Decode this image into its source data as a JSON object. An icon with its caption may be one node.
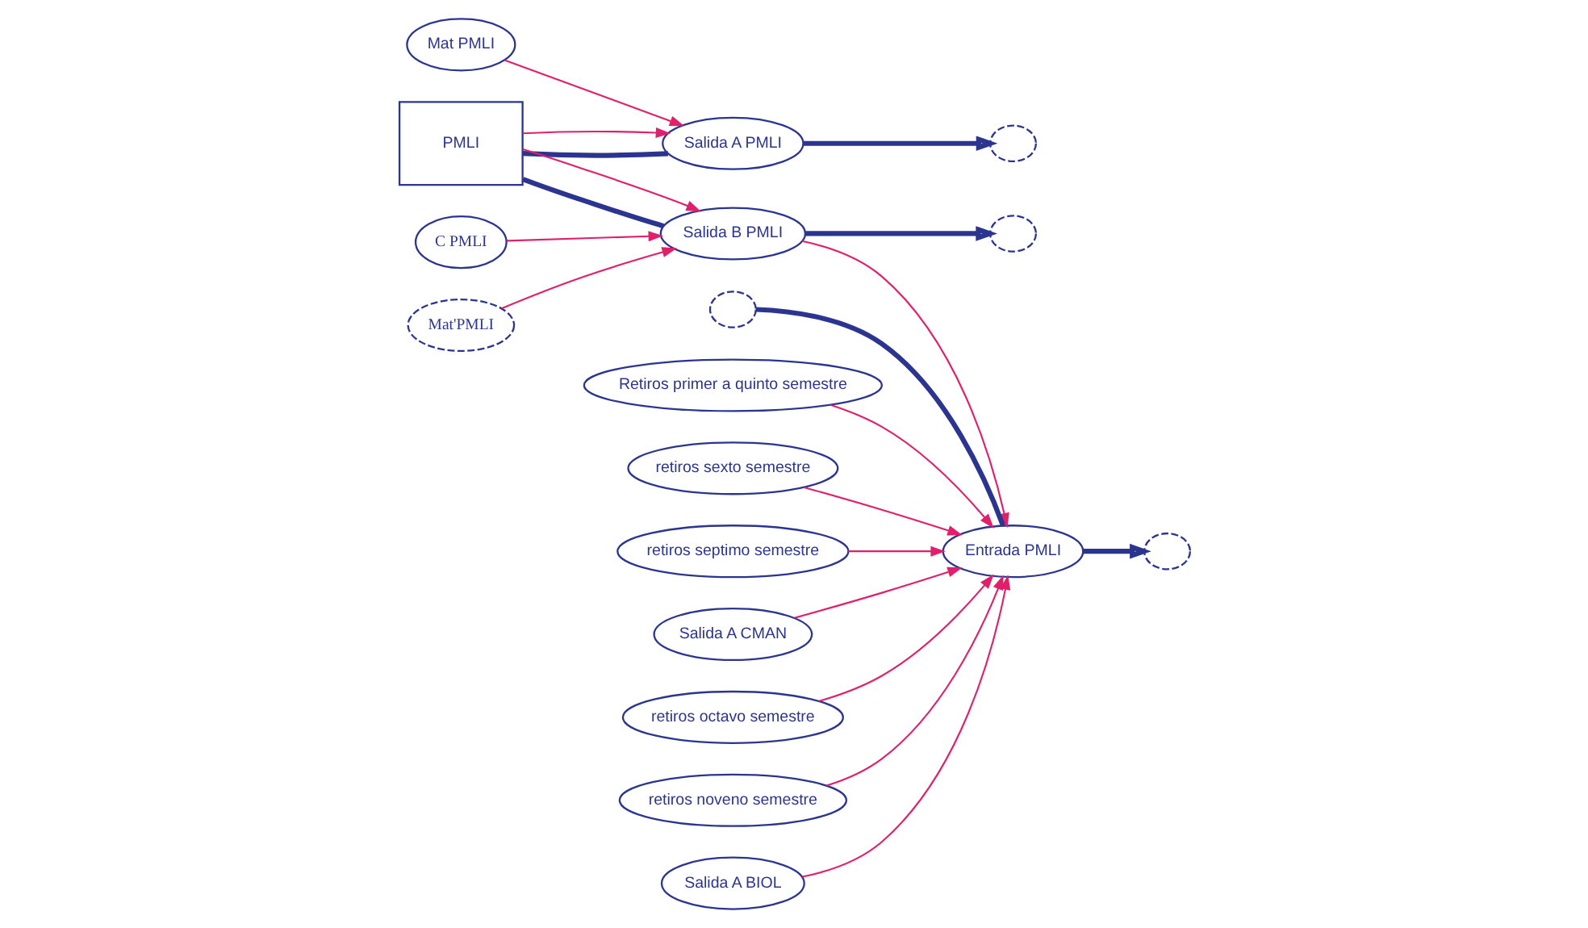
{
  "diagram": {
    "nodes": [
      {
        "text": [
          "PMLI"
        ]
      },
      {
        "text": [
          "Entrada PMLI"
        ]
      },
      {
        "text": [
          "Salida A PMLI"
        ]
      },
      {
        "text": [
          "Salida B PMLI"
        ]
      },
      {
        "text": [],
        "shape": "cloud"
      },
      {
        "text": [],
        "shape": "cloud"
      },
      {
        "text": [],
        "shape": "cloud"
      },
      {
        "text": [],
        "shape": "cloud"
      },
      {
        "text": [
          "Retiros primer a quinto semestre"
        ]
      },
      {
        "text": [
          "retiros sexto semestre"
        ]
      },
      {
        "text": [
          "retiros septimo semestre"
        ]
      },
      {
        "text": [
          "Salida A CMAN"
        ]
      },
      {
        "text": [
          "retiros octavo semestre"
        ]
      },
      {
        "text": [
          "retiros noveno semestre"
        ]
      },
      {
        "text": [
          "Salida A BIOL"
        ]
      },
      {
        "text": [
          "Mat PMLI"
        ]
      },
      {
        "text": [
          "C PMLI"
        ]
      },
      {
        "text": [
          "Mat'PMLI"
        ]
      }
    ],
    "edges": [
      {
        "from": 4,
        "to": 1,
        "arrow": "none",
        "style": "thick",
        "color": "#2b3590"
      },
      {
        "from": 1,
        "to": 5,
        "arrow": "to",
        "style": "thick",
        "color": "#2b3590"
      },
      {
        "from": 0,
        "to": 2,
        "arrow": "none",
        "style": "thick",
        "color": "#2b3590"
      },
      {
        "from": 2,
        "to": 6,
        "arrow": "to",
        "style": "thick",
        "color": "#2b3590"
      },
      {
        "from": 0,
        "to": 3,
        "arrow": "none",
        "style": "thick",
        "color": "#2b3590"
      },
      {
        "from": 3,
        "to": 7,
        "arrow": "to",
        "style": "thick",
        "color": "#2b3590"
      },
      {
        "from": 8,
        "to": 1,
        "arrow": "to"
      },
      {
        "from": 9,
        "to": 1,
        "arrow": "to"
      },
      {
        "from": 10,
        "to": 1,
        "arrow": "to"
      },
      {
        "from": 11,
        "to": 1,
        "arrow": "to"
      },
      {
        "from": 12,
        "to": 1,
        "arrow": "to"
      },
      {
        "from": 13,
        "to": 1,
        "arrow": "to"
      },
      {
        "from": 14,
        "to": 1,
        "arrow": "to"
      },
      {
        "from": 3,
        "to": 1,
        "arrow": "to"
      },
      {
        "from": 0,
        "to": 2,
        "arrow": "to"
      },
      {
        "from": 15,
        "to": 2,
        "arrow": "to"
      },
      {
        "from": 0,
        "to": 3,
        "arrow": "to"
      },
      {
        "from": 16,
        "to": 3,
        "arrow": "to"
      },
      {
        "from": 17,
        "to": 3,
        "arrow": "to"
      }
    ]
  }
}
